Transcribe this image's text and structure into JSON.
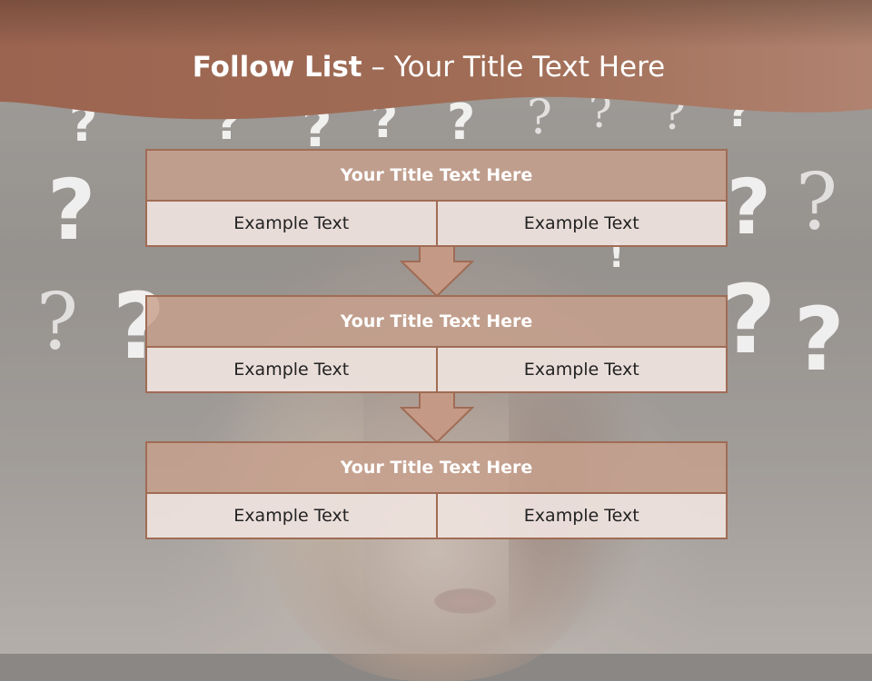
{
  "header": {
    "title_bold": "Follow List",
    "title_rest": " – Your Title Text Here"
  },
  "colors": {
    "banner": "#a06c55",
    "box_title": "#c8a08c",
    "box_cell": "#eee2de",
    "border": "#a06c55"
  },
  "blocks": [
    {
      "title": "Your Title Text Here",
      "left": "Example Text",
      "right": "Example Text"
    },
    {
      "title": "Your Title Text Here",
      "left": "Example Text",
      "right": "Example Text"
    },
    {
      "title": "Your Title Text Here",
      "left": "Example Text",
      "right": "Example Text"
    }
  ]
}
